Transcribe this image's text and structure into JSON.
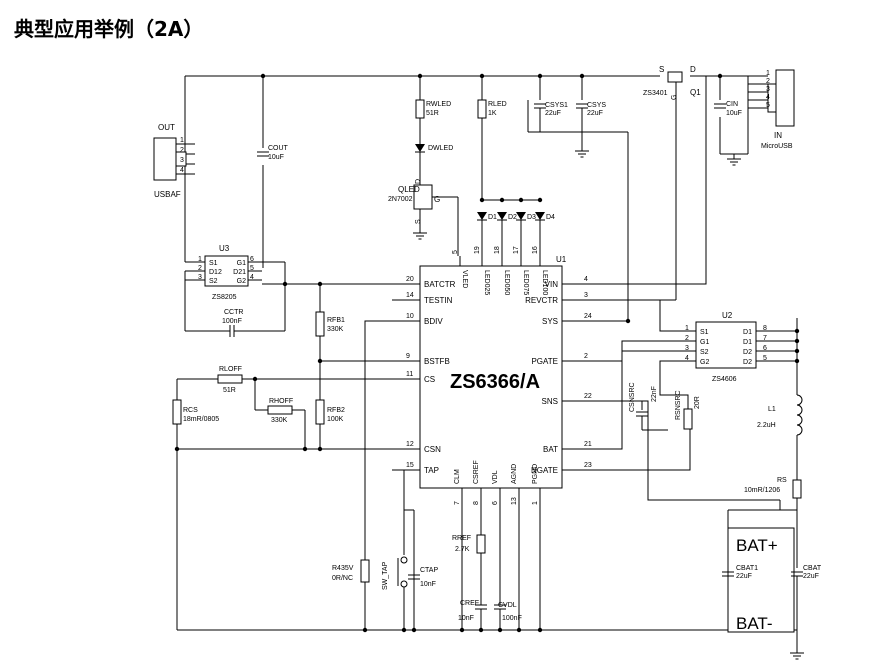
{
  "title": "典型应用举例（2A）",
  "chips": {
    "u1": {
      "ref": "U1",
      "name": "ZS6366/A",
      "left_pins": [
        {
          "name": "BATCTR",
          "num": "20"
        },
        {
          "name": "TESTIN",
          "num": "14"
        },
        {
          "name": "BDIV",
          "num": "10"
        },
        {
          "name": "BSTFB",
          "num": "9"
        },
        {
          "name": "CS",
          "num": "11"
        },
        {
          "name": "CSN",
          "num": "12"
        },
        {
          "name": "TAP",
          "num": "15"
        }
      ],
      "right_pins": [
        {
          "name": "VIN",
          "num": "4"
        },
        {
          "name": "REVCTR",
          "num": "3"
        },
        {
          "name": "SYS",
          "num": "24"
        },
        {
          "name": "PGATE",
          "num": "2"
        },
        {
          "name": "SNS",
          "num": "22"
        },
        {
          "name": "BAT",
          "num": "21"
        },
        {
          "name": "NGATE",
          "num": "23"
        }
      ],
      "top_pins": [
        {
          "name": "VLED",
          "num": "5"
        },
        {
          "name": "LED025",
          "num": "19"
        },
        {
          "name": "LED050",
          "num": "18"
        },
        {
          "name": "LED075",
          "num": "17"
        },
        {
          "name": "LED100",
          "num": "16"
        }
      ],
      "bottom_pins": [
        {
          "name": "CLM",
          "num": "7"
        },
        {
          "name": "CSREF",
          "num": "8"
        },
        {
          "name": "VDL",
          "num": "6"
        },
        {
          "name": "AGND",
          "num": "13"
        },
        {
          "name": "PGND",
          "num": "1"
        }
      ]
    },
    "u2": {
      "ref": "U2",
      "name": "ZS4606",
      "left": [
        "S1",
        "G1",
        "S2",
        "G2"
      ],
      "right": [
        "D1",
        "D1",
        "D2",
        "D2"
      ],
      "left_nums": [
        "1",
        "2",
        "3",
        "4"
      ],
      "right_nums": [
        "8",
        "7",
        "6",
        "5"
      ]
    },
    "u3": {
      "ref": "U3",
      "name": "ZS8205",
      "row1": [
        "S1",
        "G1"
      ],
      "row2": [
        "D12",
        "D21"
      ],
      "row3": [
        "S2",
        "G2"
      ],
      "left_nums": [
        "1",
        "2",
        "3"
      ],
      "right_nums": [
        "6",
        "5",
        "4"
      ]
    }
  },
  "connectors": {
    "out": {
      "ref": "OUT",
      "name": "USBAF",
      "pins": [
        "1",
        "2",
        "3",
        "4"
      ]
    },
    "in": {
      "ref": "IN",
      "name": "MicroUSB",
      "pins": [
        "1",
        "2",
        "3",
        "4",
        "5"
      ]
    }
  },
  "transistors": {
    "q1": {
      "ref": "Q1",
      "name": "ZS3401",
      "s": "S",
      "d": "D",
      "g": "G"
    },
    "qled": {
      "ref": "QLED",
      "name": "2N7002",
      "d": "D",
      "s": "S",
      "g": "G"
    }
  },
  "components": {
    "rwled": {
      "ref": "RWLED",
      "value": "51R"
    },
    "dwled": {
      "ref": "DWLED"
    },
    "rled": {
      "ref": "RLED",
      "value": "1K"
    },
    "csys1": {
      "ref": "CSYS1",
      "value": "22uF"
    },
    "csys": {
      "ref": "CSYS",
      "value": "22uF"
    },
    "cin": {
      "ref": "CIN",
      "value": "10uF"
    },
    "cout": {
      "ref": "COUT",
      "value": "10uF"
    },
    "cctr": {
      "ref": "CCTR",
      "value": "100nF"
    },
    "rfb1": {
      "ref": "RFB1",
      "value": "330K"
    },
    "rfb2": {
      "ref": "RFB2",
      "value": "100K"
    },
    "rloff": {
      "ref": "RLOFF",
      "value": "51R"
    },
    "rhoff": {
      "ref": "RHOFF",
      "value": "330K"
    },
    "rcs": {
      "ref": "RCS",
      "value": "18mR/0805"
    },
    "r435v": {
      "ref": "R435V",
      "value": "0R/NC"
    },
    "sw_tap": {
      "ref": "SW_TAP"
    },
    "ctap": {
      "ref": "CTAP",
      "value": "10nF"
    },
    "rref": {
      "ref": "RREF",
      "value": "2.7K"
    },
    "cref": {
      "ref": "CREF",
      "value": "10nF"
    },
    "cvdl": {
      "ref": "CVDL",
      "value": "100nF"
    },
    "csnsrc": {
      "ref": "CSNSRC",
      "value": "22nF"
    },
    "rsnsrc": {
      "ref": "RSNSRC",
      "value": "20R"
    },
    "l1": {
      "ref": "L1",
      "value": "2.2uH"
    },
    "rs": {
      "ref": "RS",
      "value": "10mR/1206"
    },
    "cbat1": {
      "ref": "CBAT1",
      "value": "22uF"
    },
    "cbat": {
      "ref": "CBAT",
      "value": "22uF"
    },
    "leds": [
      "D1",
      "D2",
      "D3",
      "D4"
    ]
  },
  "battery": {
    "plus": "BAT+",
    "minus": "BAT-"
  }
}
